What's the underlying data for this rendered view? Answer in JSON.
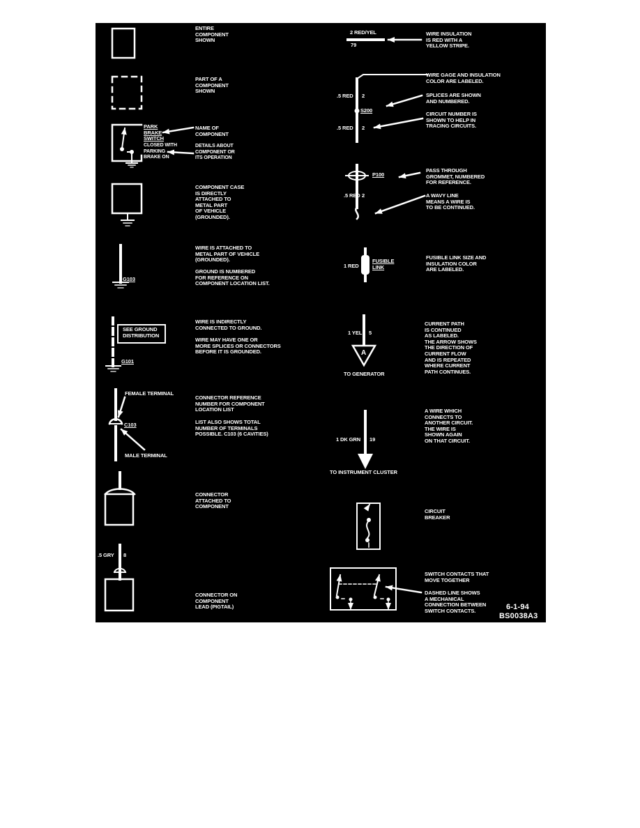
{
  "page": {
    "background": "#ffffff",
    "diagram_background": "#000000",
    "ink": "#ffffff"
  },
  "left": {
    "entire_component": "ENTIRE\nCOMPONENT\nSHOWN",
    "part_component": "PART OF A\nCOMPONENT\nSHOWN",
    "switch_name": "PARK\nBRAKE\nSWITCH",
    "switch_detail": "CLOSED WITH\nPARKING\nBRAKE ON",
    "name_of_component": "NAME OF\nCOMPONENT",
    "details_about": "DETAILS ABOUT\nCOMPONENT OR\nITS OPERATION",
    "component_case": "COMPONENT CASE\nIS DIRECTLY\nATTACHED TO\nMETAL PART\nOF VEHICLE\n(GROUNDED).",
    "ground_g103": "G103",
    "wire_attached": "WIRE IS ATTACHED TO\nMETAL PART OF VEHICLE\n(GROUNDED).",
    "ground_numbered": "GROUND IS NUMBERED\nFOR REFERENCE ON\nCOMPONENT LOCATION LIST.",
    "see_ground": "SEE GROUND\nDISTRIBUTION",
    "ground_g101": "G101",
    "wire_indirect": "WIRE IS INDIRECTLY\nCONNECTED TO GROUND.",
    "wire_may_have": "WIRE MAY HAVE ONE OR\nMORE SPLICES OR CONNECTORS\nBEFORE IT IS GROUNDED.",
    "female_terminal": "FEMALE TERMINAL",
    "connector_c103": "C103",
    "male_terminal": "MALE TERMINAL",
    "connector_reference": "CONNECTOR REFERENCE\nNUMBER FOR COMPONENT\nLOCATION LIST",
    "list_also": "LIST ALSO SHOWS TOTAL\nNUMBER OF TERMINALS\nPOSSIBLE. C103 (6 CAVITIES)",
    "connector_attached": "CONNECTOR\nATTACHED TO\nCOMPONENT",
    "wire_gry": ".5 GRY",
    "wire_gry_num": "8",
    "connector_on_lead": "CONNECTOR ON\nCOMPONENT\nLEAD (PIGTAIL)"
  },
  "right": {
    "wire_red_yel": "2 RED/YEL",
    "circuit_79": "79",
    "wire_insulation": "WIRE INSULATION\nIS RED WITH A\nYELLOW STRIPE.",
    "wire_red_top": ".5 RED",
    "num_top": "2",
    "splice": "S200",
    "wire_red_bottom": ".5 RED",
    "num_bottom": "2",
    "wire_gage": "WIRE GAGE AND INSULATION\nCOLOR ARE LABELED.",
    "splices_shown": "SPLICES ARE SHOWN\nAND NUMBERED.",
    "circuit_number": "CIRCUIT NUMBER IS\nSHOWN TO HELP IN\nTRACING CIRCUITS.",
    "grommet_id": "P100",
    "wire_red_grommet": ".5 RED",
    "num_grommet": "2",
    "pass_through": "PASS THROUGH\nGROMMET, NUMBERED\nFOR REFERENCE.",
    "wavy_line": "A WAVY LINE\nMEANS A WIRE IS\nTO BE CONTINUED.",
    "fusible_label": "FUSIBLE\nLINK",
    "wire_1red": "1 RED",
    "fusible_size": "FUSIBLE LINK SIZE AND\nINSULATION COLOR\nARE LABELED.",
    "wire_1yel": "1 YEL",
    "num_yel": "5",
    "arrow_letter": "A",
    "to_generator": "TO GENERATOR",
    "current_path": "CURRENT PATH\nIS CONTINUED\nAS LABELED.\nTHE ARROW SHOWS\nTHE DIRECTION OF\nCURRENT FLOW\nAND IS REPEATED\nWHERE CURRENT\nPATH CONTINUES.",
    "wire_dkgrn": "1 DK GRN",
    "num_dkgrn": "19",
    "to_instrument": "TO INSTRUMENT CLUSTER",
    "wire_connects": "A WIRE WHICH\nCONNECTS TO\nANOTHER CIRCUIT.\nTHE WIRE IS\nSHOWN AGAIN\nON THAT CIRCUIT.",
    "circuit_breaker": "CIRCUIT\nBREAKER",
    "switch_contacts": "SWITCH CONTACTS THAT\nMOVE TOGETHER",
    "dashed_line": "DASHED LINE SHOWS\nA MECHANICAL\nCONNECTION BETWEEN\nSWITCH CONTACTS.",
    "date": "6-1-94",
    "figure_id": "BS0038A3"
  }
}
